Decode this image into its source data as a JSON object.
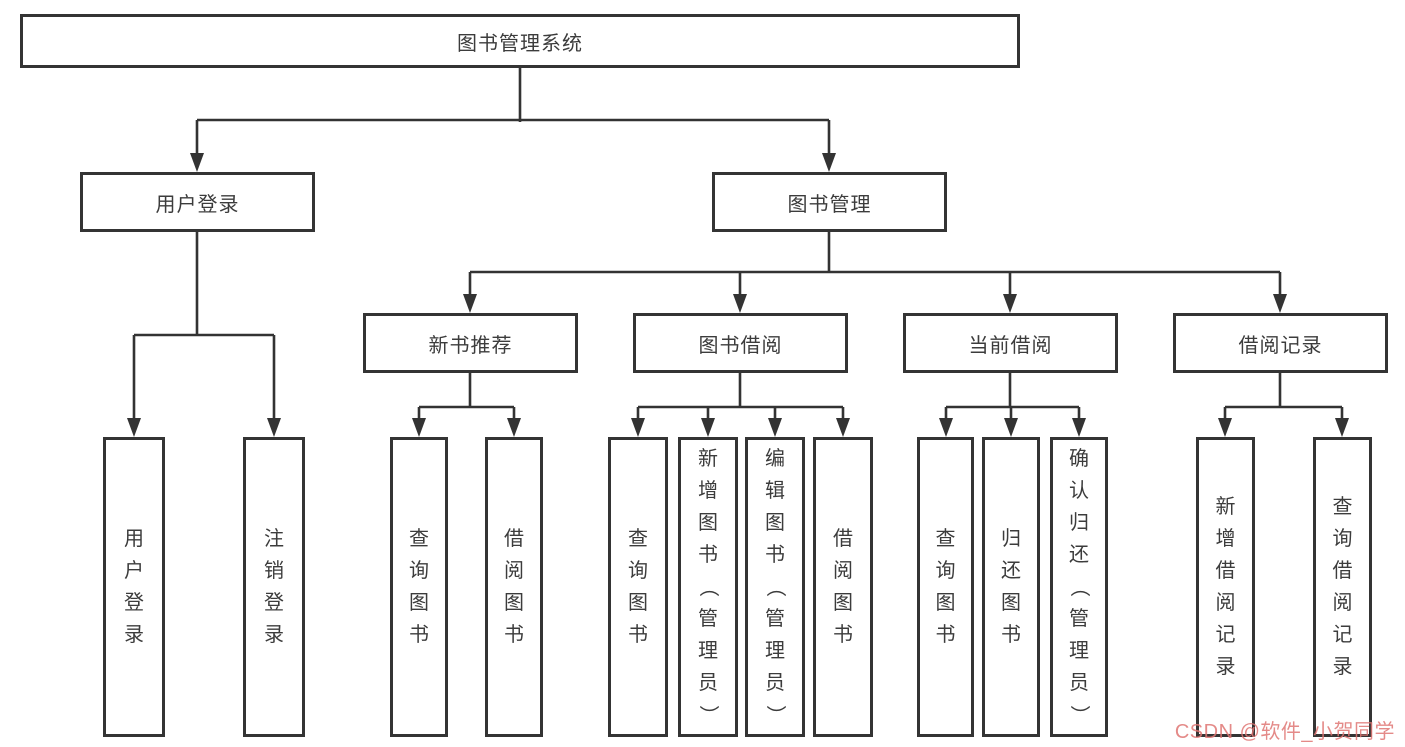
{
  "diagram_type": "hierarchy-flowchart",
  "colors": {
    "background": "#ffffff",
    "box_border": "#343434",
    "line": "#333333",
    "text": "#3c3c3c",
    "watermark": "#df7673"
  },
  "tree": {
    "label": "图书管理系统",
    "children": [
      {
        "label": "用户登录",
        "children": [
          {
            "label": "用户登录"
          },
          {
            "label": "注销登录"
          }
        ]
      },
      {
        "label": "图书管理",
        "children": [
          {
            "label": "新书推荐",
            "children": [
              {
                "label": "查询图书"
              },
              {
                "label": "借阅图书"
              }
            ]
          },
          {
            "label": "图书借阅",
            "children": [
              {
                "label": "查询图书"
              },
              {
                "label": "新增图书（管理员）"
              },
              {
                "label": "编辑图书（管理员）"
              },
              {
                "label": "借阅图书"
              }
            ]
          },
          {
            "label": "当前借阅",
            "children": [
              {
                "label": "查询图书"
              },
              {
                "label": "归还图书"
              },
              {
                "label": "确认归还（管理员）"
              }
            ]
          },
          {
            "label": "借阅记录",
            "children": [
              {
                "label": "新增借阅记录"
              },
              {
                "label": "查询借阅记录"
              }
            ]
          }
        ]
      }
    ]
  },
  "watermark": {
    "text": "CSDN @软件_小贺同学"
  }
}
